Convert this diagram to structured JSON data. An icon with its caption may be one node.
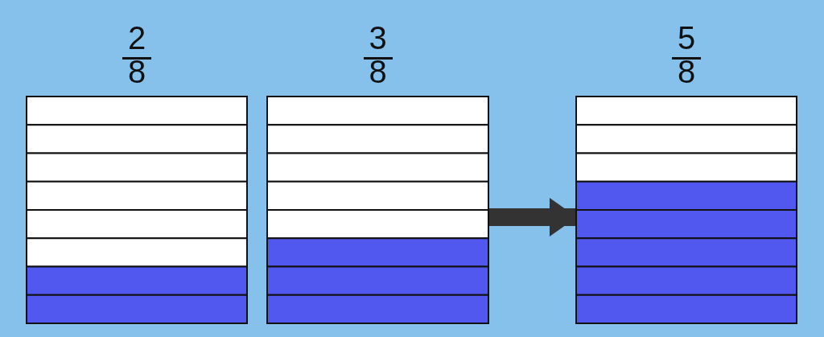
{
  "diagram": {
    "nodes": [
      {
        "text": [
          "2",
          "8"
        ]
      },
      {
        "text": [
          "3",
          "8"
        ]
      },
      {
        "text": [
          "5",
          "8"
        ]
      }
    ],
    "edges": [
      {
        "from": 1,
        "to": 2,
        "arrow": "to"
      }
    ]
  }
}
